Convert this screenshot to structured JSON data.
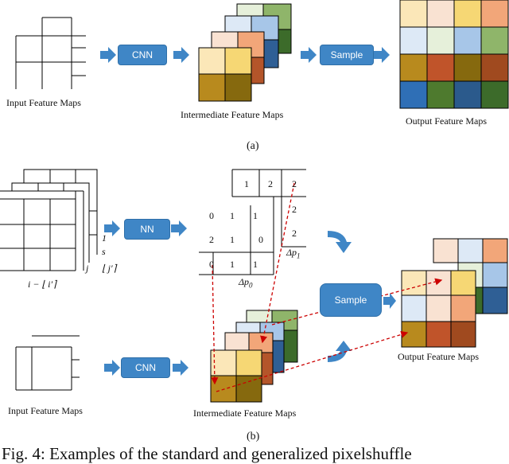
{
  "colors": {
    "arrow": "#3f86c6",
    "module": "#3f86c6",
    "dashed_line": "#cc0000",
    "grid_line": "#000000"
  },
  "panel_a": {
    "label": "(a)",
    "input_label": "Input Feature Maps",
    "cnn_label": "CNN",
    "intermediate_label": "Intermediate Feature Maps",
    "sample_label": "Sample",
    "output_label": "Output Feature Maps"
  },
  "panel_b": {
    "label": "(b)",
    "nn_label": "NN",
    "cnn_label": "CNN",
    "sample_label": "Sample",
    "input_label": "Input Feature Maps",
    "intermediate_label": "Intermediate Feature Maps",
    "output_label": "Output Feature Maps",
    "index_i": "i − ⌊ i′⌉",
    "index_j": "j",
    "index_jprime": "⌊ j′⌉",
    "scale_num": "1",
    "scale_den": "s",
    "delta_p0": "Δp",
    "delta_p0_sub": "0",
    "delta_p1": "Δp",
    "delta_p1_sub": "1",
    "p1_row": [
      "1",
      "2",
      "2"
    ],
    "p1_col": [
      "2",
      "2"
    ],
    "p0_row1": [
      "0",
      "1",
      "1"
    ],
    "p0_row2": [
      "2",
      "1",
      "0"
    ],
    "p0_row3": [
      "0",
      "1",
      "1"
    ]
  },
  "caption": "Fig. 4: Examples of the standard and generalized pixelshuffle"
}
